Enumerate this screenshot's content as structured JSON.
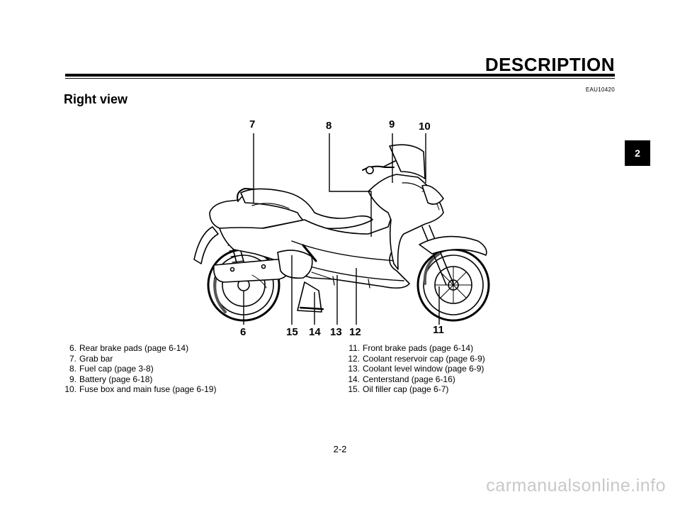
{
  "header": {
    "title": "DESCRIPTION"
  },
  "code": "EAU10420",
  "section_title": "Right view",
  "chapter_tab": "2",
  "callouts": {
    "c6": "6",
    "c7": "7",
    "c8": "8",
    "c9": "9",
    "c10": "10",
    "c11": "11",
    "c12": "12",
    "c13": "13",
    "c14": "14",
    "c15": "15"
  },
  "legend": {
    "left": [
      {
        "num": "6.",
        "text": "Rear brake pads (page 6-14)"
      },
      {
        "num": "7.",
        "text": "Grab bar"
      },
      {
        "num": "8.",
        "text": "Fuel cap (page 3-8)"
      },
      {
        "num": "9.",
        "text": "Battery (page 6-18)"
      },
      {
        "num": "10.",
        "text": "Fuse box and main fuse (page 6-19)"
      }
    ],
    "right": [
      {
        "num": "11.",
        "text": "Front brake pads (page 6-14)"
      },
      {
        "num": "12.",
        "text": "Coolant reservoir cap (page 6-9)"
      },
      {
        "num": "13.",
        "text": "Coolant level window (page 6-9)"
      },
      {
        "num": "14.",
        "text": "Centerstand (page 6-16)"
      },
      {
        "num": "15.",
        "text": "Oil filler cap (page 6-7)"
      }
    ]
  },
  "page_number": "2-2",
  "watermark": "carmanualsonline.info"
}
